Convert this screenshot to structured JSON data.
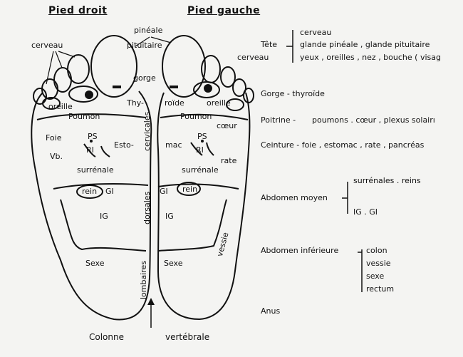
{
  "titles": {
    "right_foot": "Pied droit",
    "left_foot": "Pied gauche"
  },
  "bottom_caption": {
    "word1": "Colonne",
    "word2": "vertébrale"
  },
  "foot_labels": {
    "cerveau_right": "cerveau",
    "cerveau_left": "cerveau",
    "pineale": "pinéale",
    "pituitaire": "pituitaire",
    "gorge": "gorge",
    "oreille_right": "oreille",
    "oreille_left": "oreille",
    "thy": "Thy-",
    "roide": "roïde",
    "poumon_right": "Poumon",
    "poumon_left": "Poumon",
    "coeur": "cœur",
    "foie": "Foie",
    "vb": "Vb.",
    "ps_right": "PS",
    "ri_right": "RI",
    "ps_left": "PS",
    "ri_left": "RI",
    "esto": "Esto-",
    "mac": "mac",
    "rate": "rate",
    "surrenale_right": "surrénale",
    "surrenale_left": "surrénale",
    "rein_right": "rein",
    "gi_right": "GI",
    "gi_left": "GI",
    "rein_left": "rein",
    "ig_right": "IG",
    "ig_left": "IG",
    "sexe_right": "Sexe",
    "sexe_left": "Sexe"
  },
  "spine_labels": {
    "cervicales": "cervicales",
    "dorsales": "dorsales",
    "lombaires": "lombaires",
    "vessie": "vessie"
  },
  "legend": {
    "tete": {
      "label": "Tête",
      "items": [
        "cerveau",
        "glande pinéale , glande pituitaire",
        "yeux , oreilles , nez , bouche ( visag"
      ]
    },
    "gorge": "Gorge - thyroïde",
    "poitrine": {
      "label": "Poitrine -",
      "text": "poumons . cœur , plexus solairı"
    },
    "ceinture": "Ceinture - foie , estomac , rate , pancréas",
    "abdomen_moyen": {
      "label": "Abdomen moyen",
      "items": [
        "surrénales . reins",
        "IG . GI"
      ]
    },
    "abdomen_inferieure": {
      "label": "Abdomen inférieure",
      "items": [
        "colon",
        "vessie",
        "sexe",
        "rectum"
      ]
    },
    "anus": "Anus"
  }
}
